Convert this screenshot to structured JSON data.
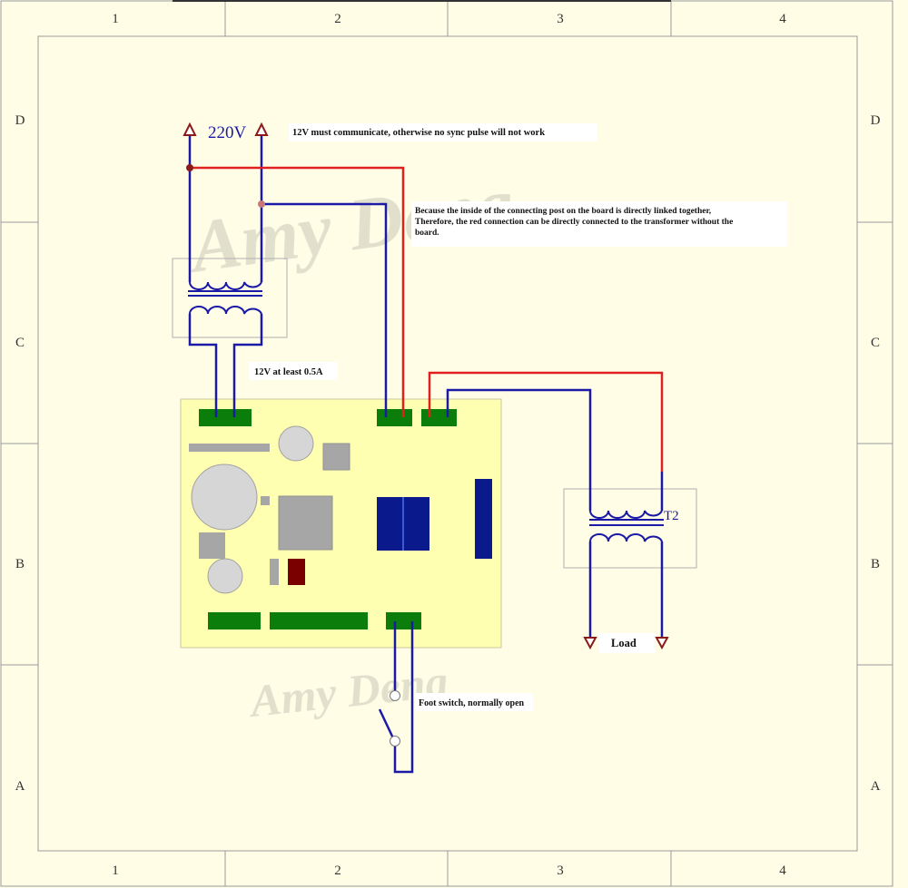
{
  "frame": {
    "columns": [
      "1",
      "2",
      "3",
      "4"
    ],
    "rows": [
      "D",
      "C",
      "B",
      "A"
    ]
  },
  "watermark": "Amy Deng",
  "labels": {
    "mains_voltage": "220V",
    "sync_note": "12V must communicate, otherwise no sync pulse will not work",
    "post_note_line1": "Because the inside of the connecting post on the board is directly linked together,",
    "post_note_line2": "Therefore, the red connection can be directly connected to the transformer without the",
    "post_note_line3": "board.",
    "supply_note": "12V at least 0.5A",
    "transformer2": "T2",
    "load": "Load",
    "foot_switch": "Foot switch, normally open"
  },
  "colors": {
    "background": "#fffde6",
    "board": "#ffffb2",
    "wire_blue": "#1a1aa6",
    "wire_red": "#e02020",
    "connector_green": "#0a7d0a",
    "relay_navy": "#0a1a8c",
    "arrow_dark_red": "#8b1a1a",
    "component_grey": "#a6a6a6",
    "capacitor_red": "#7a0000"
  }
}
